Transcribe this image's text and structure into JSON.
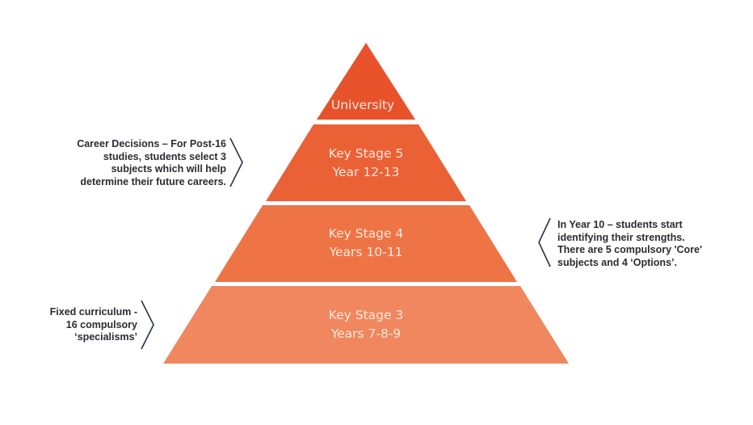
{
  "colors": {
    "tier_top": "#e8522a",
    "tier_2": "#eb6136",
    "tier_3": "#ee7446",
    "tier_bottom": "#f0875e",
    "label_text": "#fde9dc",
    "annotation_text": "#2b2b33",
    "bracket": "#2b2f4a"
  },
  "tiers": [
    {
      "lines": [
        "University"
      ]
    },
    {
      "lines": [
        "Key Stage 5",
        "Year 12-13"
      ]
    },
    {
      "lines": [
        "Key Stage 4",
        "Years 10-11"
      ]
    },
    {
      "lines": [
        "Key Stage 3",
        "Years 7-8-9"
      ]
    }
  ],
  "annotations": {
    "ks5": {
      "icon": "chevron-right-icon",
      "lines": [
        "Career Decisions – For Post-16",
        "studies, students select 3",
        "subjects which will help",
        "determine their future careers."
      ]
    },
    "ks4": {
      "icon": "chevron-left-icon",
      "lines": [
        "In Year 10 – students start",
        "identifying their strengths.",
        "There are 5 compulsory 'Core'",
        "subjects and 4 ‘Options’."
      ]
    },
    "ks3": {
      "icon": "chevron-right-icon",
      "lines": [
        "Fixed curriculum -",
        "16 compulsory",
        "‘specialisms’"
      ]
    }
  }
}
